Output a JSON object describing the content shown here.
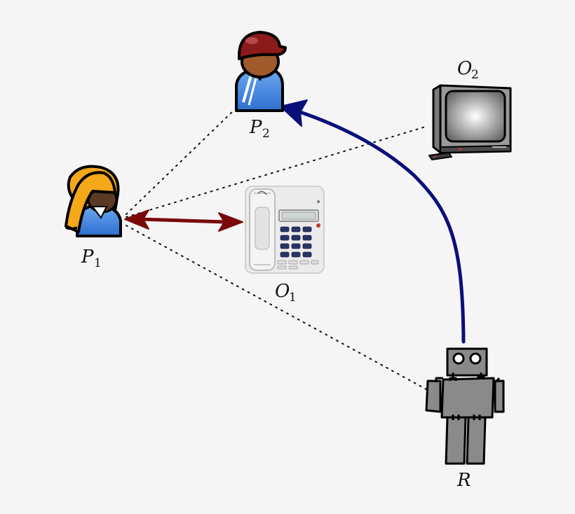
{
  "labels": {
    "p1": {
      "main": "P",
      "sub": "1"
    },
    "p2": {
      "main": "P",
      "sub": "2"
    },
    "o1": {
      "main": "O",
      "sub": "1"
    },
    "o2": {
      "main": "O",
      "sub": "2"
    },
    "r": {
      "main": "R"
    }
  },
  "colors": {
    "background": "#f5f5f5",
    "interaction_arrow": "#7a0a0a",
    "motion_arrow": "#0a0f7a",
    "dotted_line": "#111111"
  },
  "icons": {
    "p1": "person-female-icon",
    "p2": "person-cap-icon",
    "o1": "telephone-icon",
    "o2": "television-icon",
    "r": "robot-icon"
  }
}
